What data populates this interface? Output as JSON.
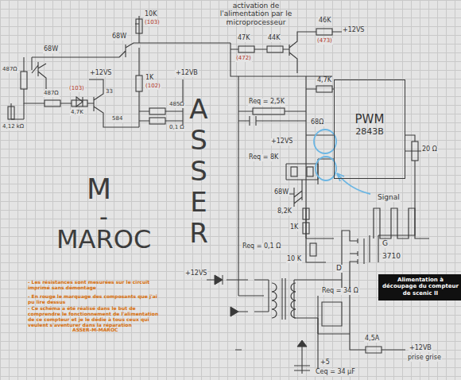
{
  "diagram": {
    "nodes": [
      {
        "text": [
          "PWM",
          "2843B"
        ]
      },
      {
        "text": [
          "Alimentation à découpage du compteur de scenic II"
        ]
      }
    ],
    "labels": [
      "activation de l'alimentation par le microprocesseur",
      "10K",
      "(103)",
      "68W",
      "68W",
      "47K",
      "(472)",
      "44K",
      "46K",
      "(473)",
      "+12VS",
      "487Ω",
      "4,12 kΩ",
      "487Ω",
      "(103)",
      "4,7K",
      "+12VS",
      "33",
      "1K",
      "(102)",
      "+12VB",
      "485Ω",
      "0,1 Ω",
      "584",
      "Req = 2,5K",
      "68Ω",
      "4,7K",
      "+12VS",
      "20 Ω",
      "Req = 8K",
      "68W",
      "8,2K",
      "1K",
      "Signal",
      "Req = 0,1 Ω",
      "10 K",
      "G",
      "3710",
      "D",
      "+12VS",
      "Req = 34 Ω",
      "4,5A",
      "+12VB",
      "prise grise",
      "+5",
      "Ceq = 34 µF",
      "ASSER",
      "M",
      "-",
      "MAROC",
      "- Les résistances sont mesurées sur le circuit imprimé sans démontage",
      "- En rouge le marquage des composants que j'ai pu lire dessus",
      "- Ce schéma a été réalisé dans le but de comprendre le fonctionnement de l'alimentation de ce compteur et je le dédie à tous ceux qui veulent s'aventurer dans la réparation",
      "ASSER-M-MAROC"
    ]
  }
}
